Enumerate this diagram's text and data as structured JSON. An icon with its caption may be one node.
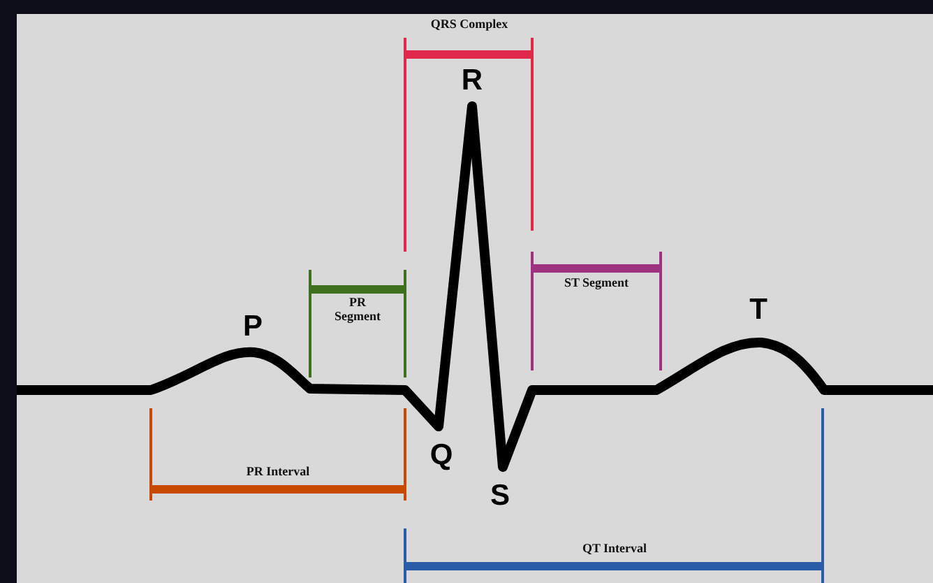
{
  "diagram": {
    "labels": [
      "QRS Complex",
      "R",
      "PR Segment",
      "P",
      "ST Segment",
      "T",
      "Q",
      "PR Interval",
      "S",
      "QT Interval"
    ]
  }
}
